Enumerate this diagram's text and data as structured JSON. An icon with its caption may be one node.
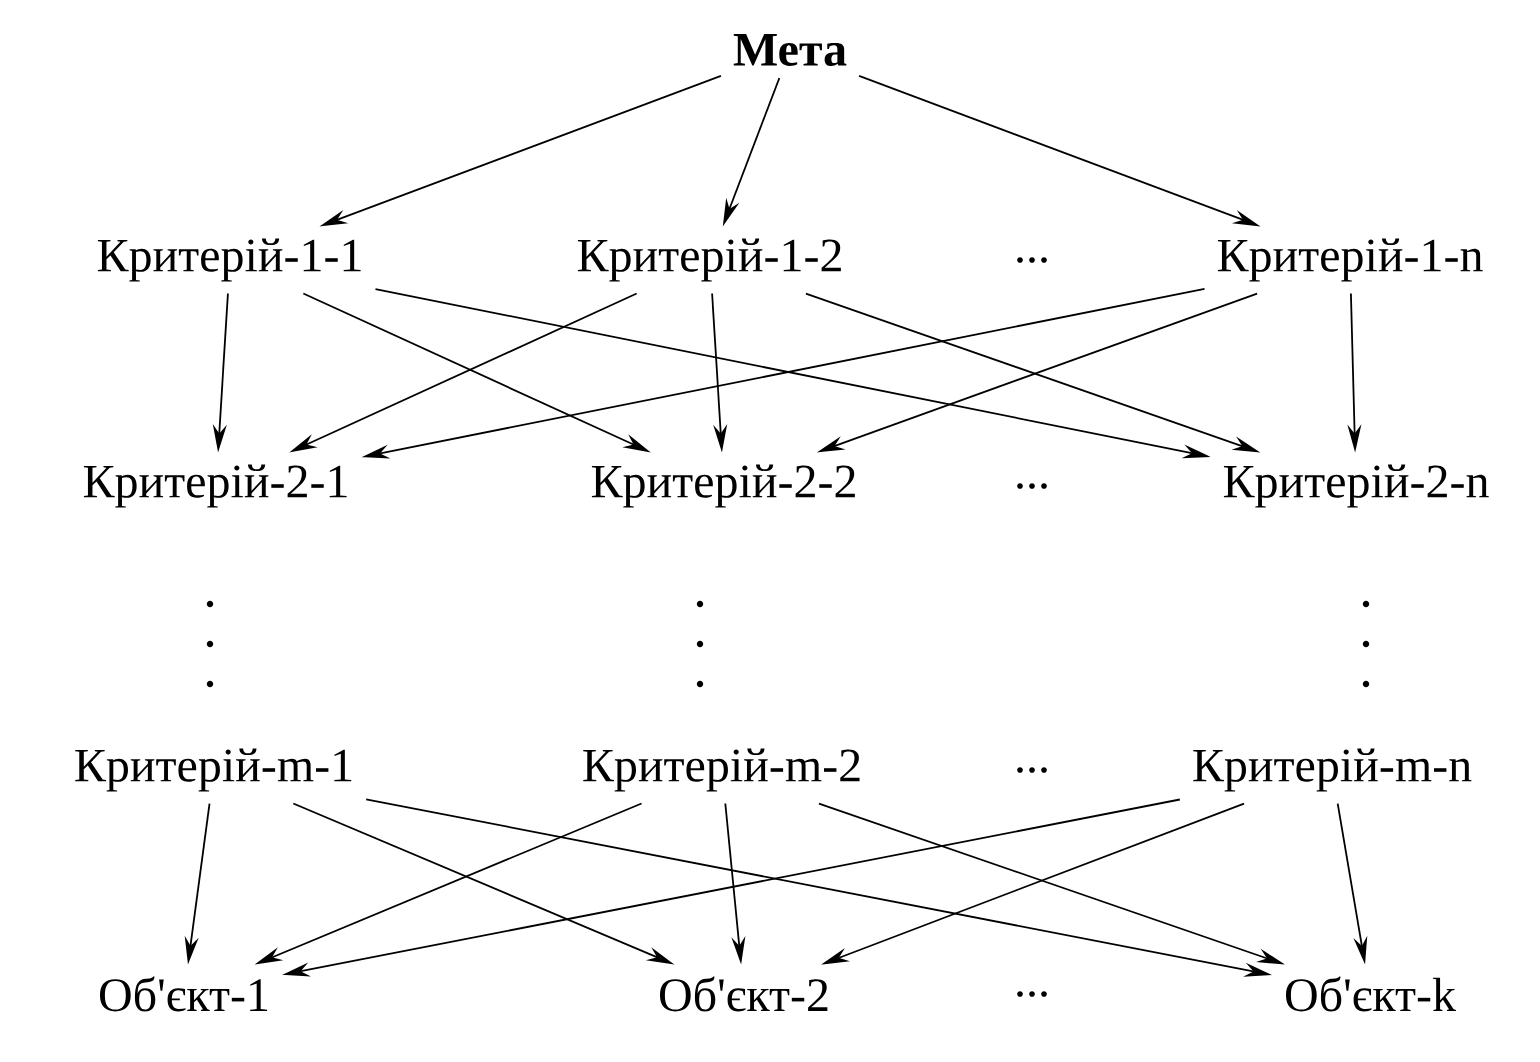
{
  "diagram": {
    "nodes": [
      {
        "text": [
          "Мета"
        ]
      },
      {
        "text": [
          "Критерій-1-1"
        ]
      },
      {
        "text": [
          "Критерій-1-2"
        ]
      },
      {
        "text": [
          "Критерій-1-n"
        ]
      },
      {
        "text": [
          "Критерій-2-1"
        ]
      },
      {
        "text": [
          "Критерій-2-2"
        ]
      },
      {
        "text": [
          "Критерій-2-n"
        ]
      },
      {
        "text": [
          "Критерій-m-1"
        ]
      },
      {
        "text": [
          "Критерій-m-2"
        ]
      },
      {
        "text": [
          "Критерій-m-n"
        ]
      },
      {
        "text": [
          "Об'єкт-1"
        ]
      },
      {
        "text": [
          "Об'єкт-2"
        ]
      },
      {
        "text": [
          "Об'єкт-k"
        ]
      }
    ],
    "edges": [
      {
        "from": 0,
        "to": 1,
        "arrow": "to"
      },
      {
        "from": 0,
        "to": 2,
        "arrow": "to"
      },
      {
        "from": 0,
        "to": 3,
        "arrow": "to"
      },
      {
        "from": 1,
        "to": 4,
        "arrow": "to"
      },
      {
        "from": 1,
        "to": 5,
        "arrow": "to"
      },
      {
        "from": 1,
        "to": 6,
        "arrow": "to"
      },
      {
        "from": 2,
        "to": 4,
        "arrow": "to"
      },
      {
        "from": 2,
        "to": 5,
        "arrow": "to"
      },
      {
        "from": 2,
        "to": 6,
        "arrow": "to"
      },
      {
        "from": 3,
        "to": 4,
        "arrow": "to"
      },
      {
        "from": 3,
        "to": 5,
        "arrow": "to"
      },
      {
        "from": 3,
        "to": 6,
        "arrow": "to"
      },
      {
        "from": 7,
        "to": 10,
        "arrow": "to"
      },
      {
        "from": 7,
        "to": 11,
        "arrow": "to"
      },
      {
        "from": 7,
        "to": 12,
        "arrow": "to"
      },
      {
        "from": 8,
        "to": 10,
        "arrow": "to"
      },
      {
        "from": 8,
        "to": 11,
        "arrow": "to"
      },
      {
        "from": 8,
        "to": 12,
        "arrow": "to"
      },
      {
        "from": 9,
        "to": 10,
        "arrow": "to"
      },
      {
        "from": 9,
        "to": 11,
        "arrow": "to"
      },
      {
        "from": 9,
        "to": 12,
        "arrow": "to"
      }
    ],
    "labels": [
      "...",
      "...",
      "...",
      "..."
    ]
  }
}
